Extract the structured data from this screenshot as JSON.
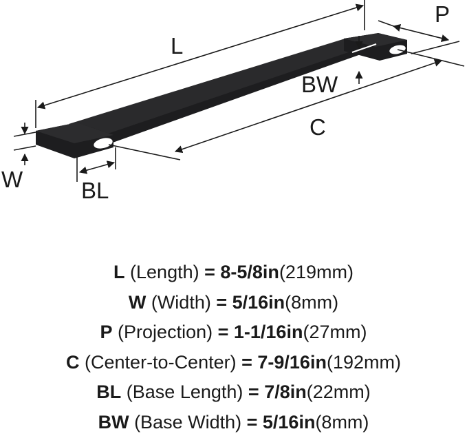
{
  "diagram": {
    "labels": {
      "L": "L",
      "P": "P",
      "BW": "BW",
      "C": "C",
      "W": "W",
      "BL": "BL"
    }
  },
  "specs": [
    {
      "key": "L",
      "desc": " (Length) ",
      "eq": "= ",
      "value": "8-5/8in",
      "metric": "(219mm)"
    },
    {
      "key": "W",
      "desc": " (Width) ",
      "eq": "= ",
      "value": "5/16in",
      "metric": "(8mm)"
    },
    {
      "key": "P",
      "desc": " (Projection) ",
      "eq": "= ",
      "value": "1-1/16in",
      "metric": "(27mm)"
    },
    {
      "key": "C",
      "desc": " (Center-to-Center) ",
      "eq": "= ",
      "value": "7-9/16in",
      "metric": "(192mm)"
    },
    {
      "key": "BL",
      "desc": " (Base Length) ",
      "eq": "= ",
      "value": "7/8in",
      "metric": "(22mm)"
    },
    {
      "key": "BW",
      "desc": " (Base Width) ",
      "eq": "= ",
      "value": "5/16in",
      "metric": "(8mm)"
    }
  ],
  "colors": {
    "handle": "#1d1d1f",
    "line": "#1a1a1a",
    "background": "#ffffff"
  }
}
